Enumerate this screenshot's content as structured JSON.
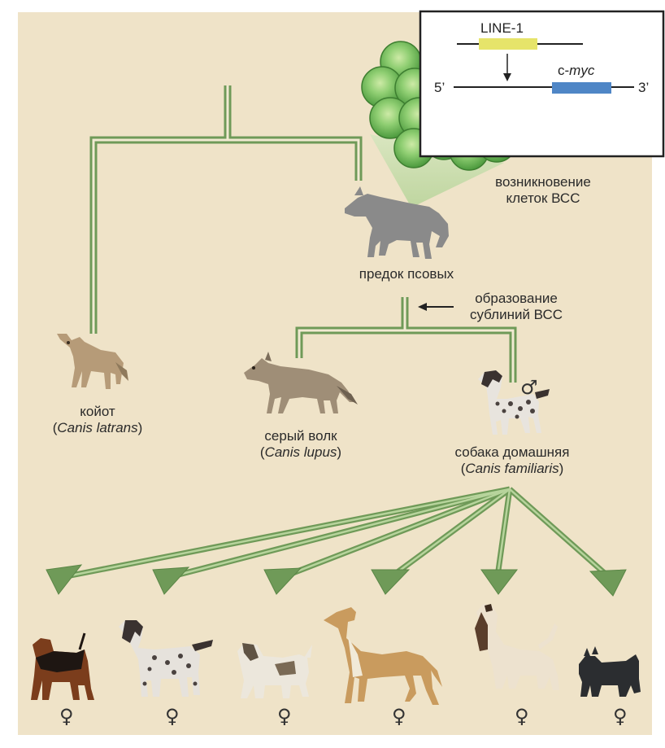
{
  "colors": {
    "background": "#efe3c8",
    "branch": "#6f9a58",
    "branch_light": "#9bc17f",
    "cell": "#7fc36e",
    "cell_dark": "#5aa54b",
    "line1_box": "#e6e46a",
    "cmyc_box": "#4f86c6",
    "ancestor": "#8a8a8a"
  },
  "inset": {
    "line1_label": "LINE-1",
    "five_prime": "5’",
    "three_prime": "3’",
    "cmyc_prefix": "c-",
    "cmyc_gene": "myc"
  },
  "labels": {
    "ctvt_origin_line1": "возникновение",
    "ctvt_origin_line2": "клеток ВСС",
    "ancestor": "предок псовых",
    "sublineage_line1": "образование",
    "sublineage_line2": "сублиний ВСС",
    "coyote": "койот",
    "coyote_latin": "Canis latrans",
    "wolf": "серый волк",
    "wolf_latin": "Canis lupus",
    "dog": "собака домашняя",
    "dog_latin": "Canis familiaris"
  },
  "symbols": {
    "male": "♂",
    "female": "♀"
  },
  "icons": {
    "ancestor": "wolf-silhouette-icon",
    "coyote": "coyote-icon",
    "wolf": "gray-wolf-icon",
    "dog": "pointer-dog-icon",
    "breeds": [
      "airedale-icon",
      "pointer-icon",
      "basset-griffon-icon",
      "whippet-icon",
      "afghan-hound-icon",
      "scottish-terrier-icon"
    ]
  }
}
